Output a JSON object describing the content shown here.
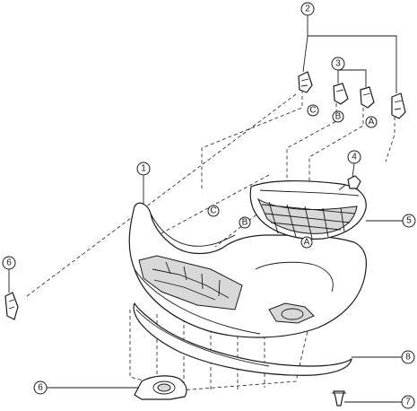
{
  "callouts": {
    "c1": "1",
    "c2": "2",
    "c3": "3",
    "c4": "4",
    "c5": "5",
    "c6_left": "6",
    "c6_bottom": "6",
    "c7": "7",
    "c8": "8"
  },
  "refs": {
    "a_top": "A",
    "b_top": "B",
    "c_top": "C",
    "a_bumper": "A",
    "b_bumper": "B",
    "c_bumper": "C"
  }
}
